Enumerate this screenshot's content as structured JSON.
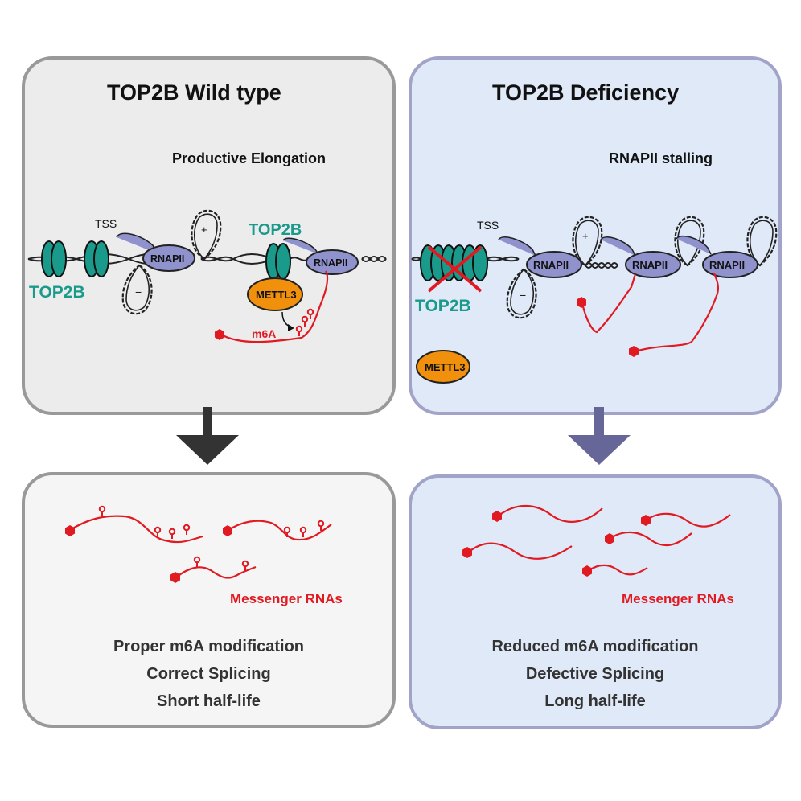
{
  "wild_type": {
    "title": "TOP2B Wild type",
    "subtitle": "Productive Elongation",
    "labels": {
      "tss": "TSS",
      "top2b_left": "TOP2B",
      "top2b_right": "TOP2B",
      "rnapii": "RNAPII",
      "mettl3": "METTL3",
      "m6a": "m6A",
      "positive_supercoil": "+",
      "negative_supercoil": "−"
    },
    "mrna_label": "Messenger RNAs",
    "outcomes": [
      "Proper m6A modification",
      "Correct Splicing",
      "Short half-life"
    ]
  },
  "deficiency": {
    "title": "TOP2B Deficiency",
    "subtitle": "RNAPII stalling",
    "labels": {
      "tss": "TSS",
      "top2b": "TOP2B",
      "rnapii": "RNAPII",
      "mettl3": "METTL3",
      "positive_supercoil": "+",
      "negative_supercoil": "−"
    },
    "mrna_label": "Messenger RNAs",
    "outcomes": [
      "Reduced m6A modification",
      "Defective Splicing",
      "Long half-life"
    ]
  },
  "colors": {
    "top2b": "#1a9a8a",
    "rnapii": "#8f92cc",
    "mettl3": "#f0900d",
    "rna": "#e11a22",
    "wt_arrow": "#333333",
    "df_arrow": "#666699"
  }
}
